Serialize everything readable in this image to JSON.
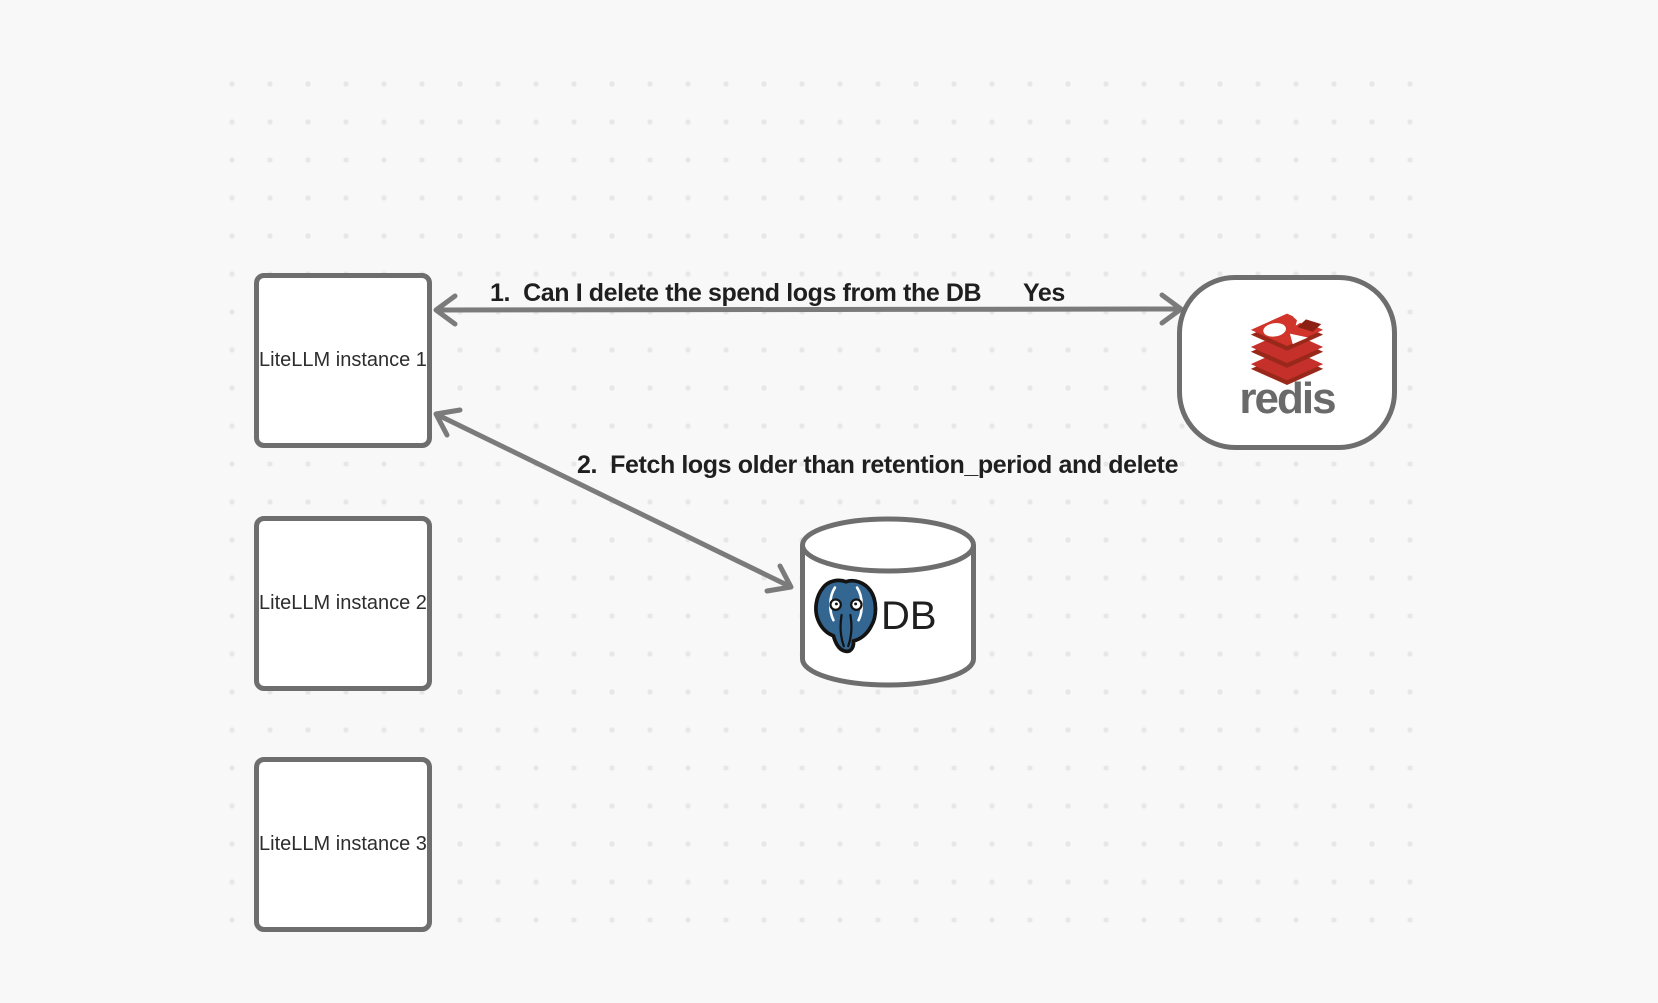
{
  "canvas": {
    "background_color": "#f8f8f8",
    "dot_grid_color": "#e7e7e7",
    "shape_stroke_color": "#6e6e6e",
    "arrow_color": "#7b7b7b"
  },
  "nodes": {
    "litellm1": {
      "label": "LiteLLM instance 1"
    },
    "litellm2": {
      "label": "LiteLLM instance 2"
    },
    "litellm3": {
      "label": "LiteLLM instance 3"
    },
    "redis": {
      "wordmark": "redis",
      "logo_colors": {
        "red": "#c6302b",
        "dark_red": "#99281a",
        "wordmark_gray": "#6a6a6a"
      }
    },
    "database": {
      "label": "DB",
      "logo_color": "#336791"
    }
  },
  "edges": {
    "redis_question": {
      "label": "1.  Can I delete the spend logs from the DB",
      "answer": "Yes"
    },
    "db_fetch": {
      "label": "2.  Fetch logs older than retention_period and delete"
    }
  }
}
